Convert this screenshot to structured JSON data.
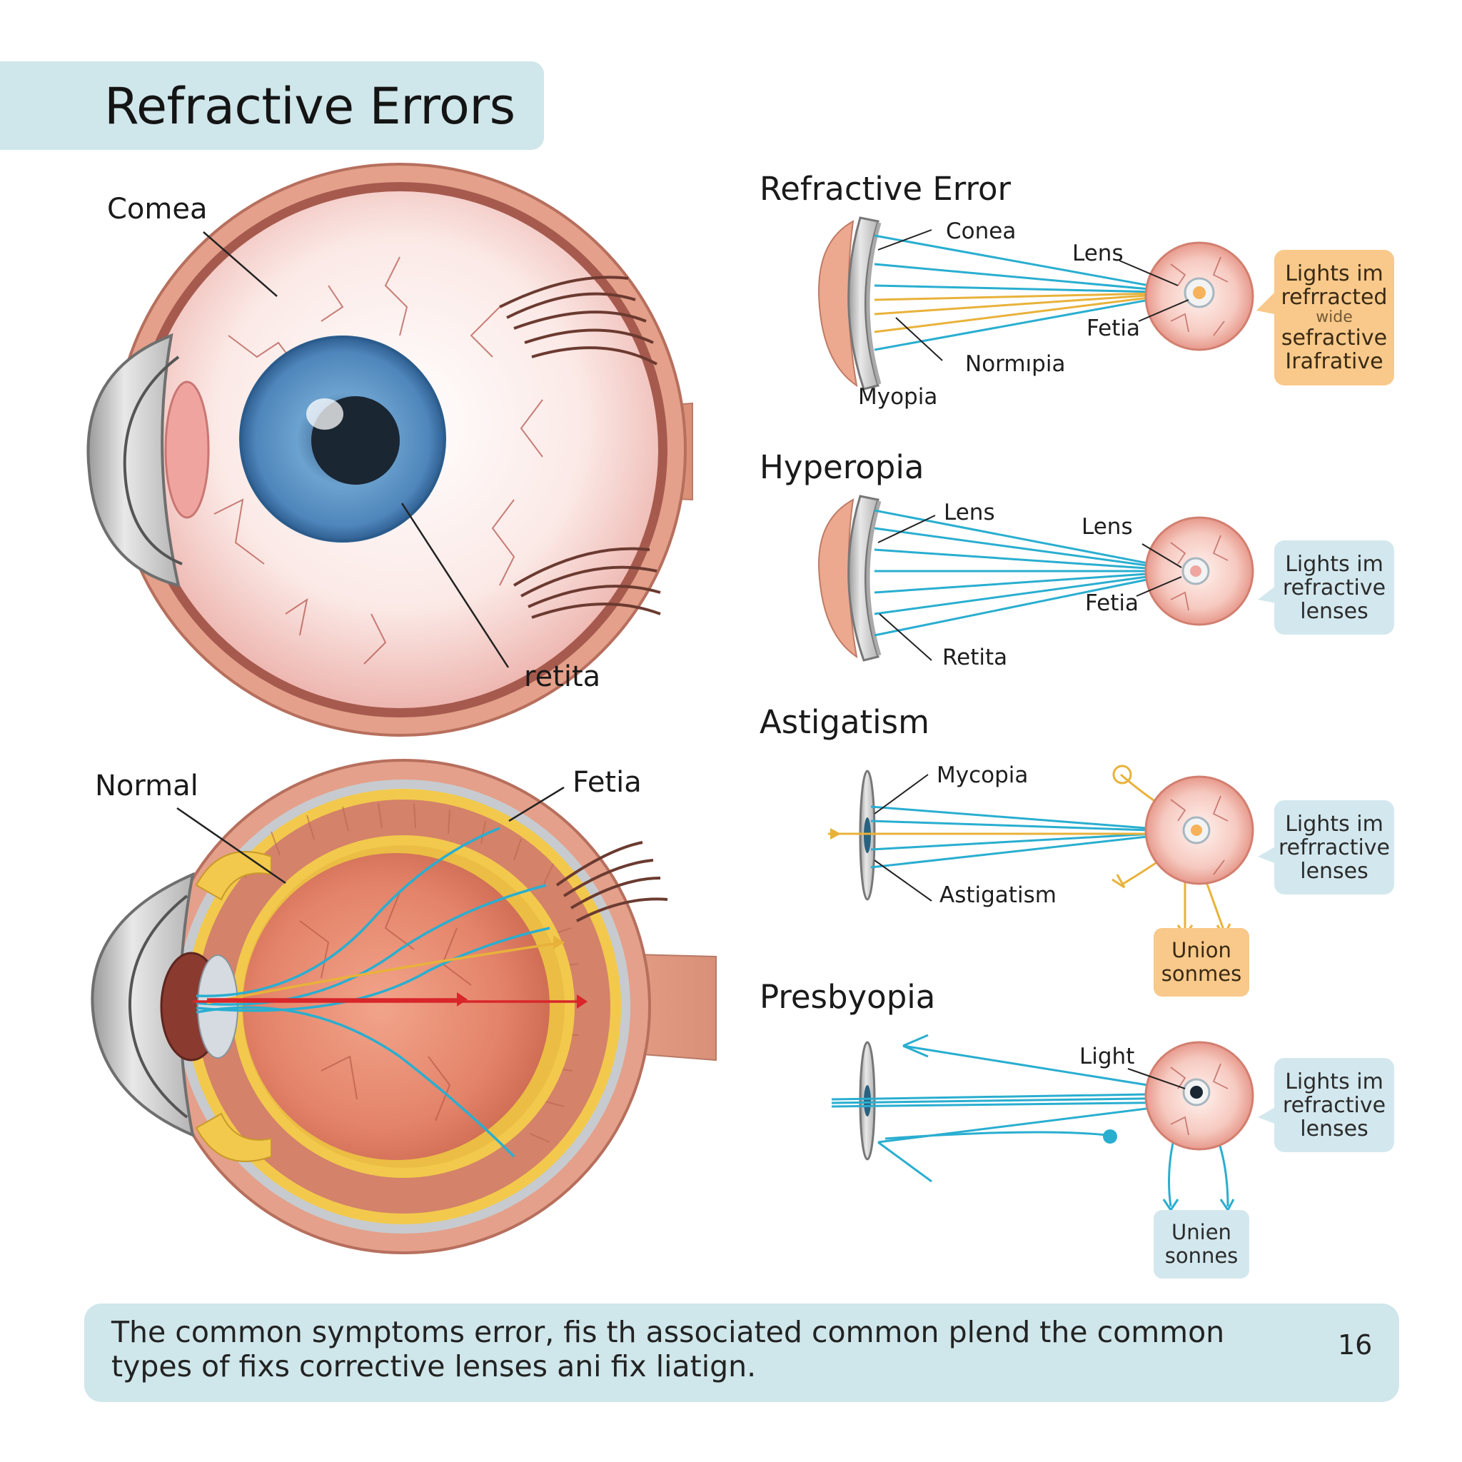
{
  "title": "Refractive Errors",
  "left_top_diagram": {
    "label_cornea": "Comea",
    "label_retina": "retita"
  },
  "left_bottom_diagram": {
    "label_normal": "Normal",
    "label_fetia": "Fetia"
  },
  "sections": [
    {
      "heading": "Refractive Error",
      "labels": [
        "Conea",
        "Lens",
        "Fetia",
        "Normıpia",
        "Myopia"
      ],
      "callout": [
        "Lights im",
        "refrracted",
        "wide",
        "sefractive",
        "Irafrative"
      ]
    },
    {
      "heading": "Hyperopia",
      "labels": [
        "Lens",
        "Lens",
        "Fetia",
        "Retita"
      ],
      "callout": [
        "Lights im",
        "refractive",
        "lenses"
      ]
    },
    {
      "heading": "Astigatism",
      "labels": [
        "Mycopia",
        "Astigatism"
      ],
      "callout": [
        "Lights im",
        "refrractive",
        "lenses"
      ],
      "sub_box": [
        "Union",
        "sonmes"
      ]
    },
    {
      "heading": "Presbyopia",
      "labels": [
        "Light"
      ],
      "callout": [
        "Lights im",
        "refractive",
        "lenses"
      ],
      "sub_box": [
        "Unien",
        "sonnes"
      ]
    }
  ],
  "footer": {
    "text": "The common symptoms error, fis th associated common plend the common types of fixs corrective lenses ani fix liatign.",
    "page_number": "16"
  },
  "colors": {
    "banner": "#cfe6ea",
    "ray_blue": "#29aed0",
    "ray_gold": "#e8b23a",
    "ray_red": "#d8262a",
    "sclera_pink": "#f6d9d6",
    "muscle": "#d98e78",
    "iris_blue": "#4f86bb",
    "callout_orange": "#f8c98a"
  }
}
